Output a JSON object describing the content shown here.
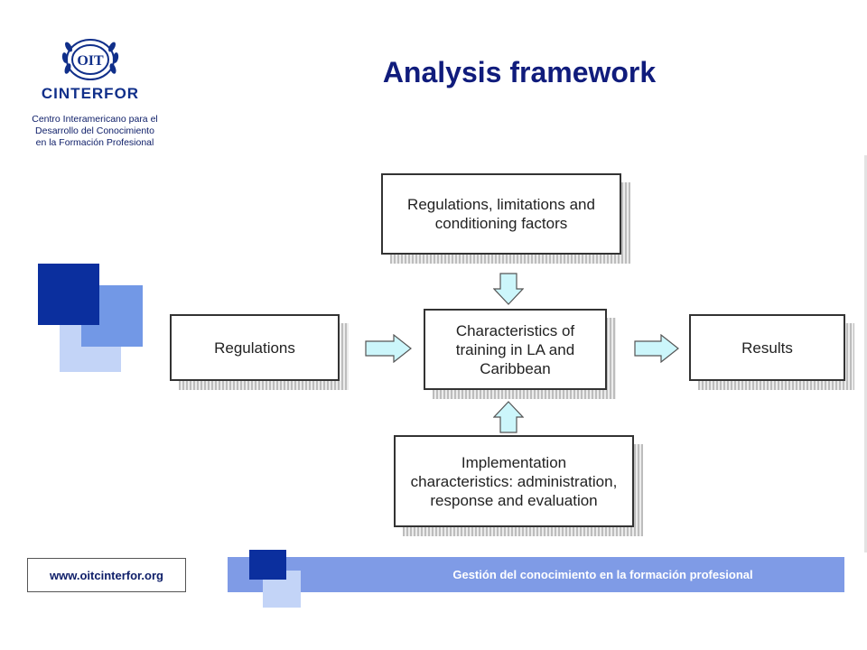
{
  "header": {
    "title": "Analysis framework",
    "logo": {
      "emblem_text": "OIT",
      "name": "CINTERFOR",
      "subtitle": "Centro Interamericano para el\nDesarrollo del Conocimiento\nen la Formación Profesional"
    }
  },
  "diagram": {
    "top_box": "Regulations, limitations and conditioning factors",
    "left_box": "Regulations",
    "center_box": "Characteristics of training in LA and Caribbean",
    "right_box": "Results",
    "bottom_box": "Implementation characteristics: administration, response and evaluation",
    "arrow_color": "#ccf6fb"
  },
  "footer": {
    "url": "www.oitcinterfor.org",
    "tagline": "Gestión del conocimiento en la formación profesional"
  },
  "colors": {
    "title": "#101c7c",
    "dark_blue": "#0b2f9e",
    "mid_blue": "#7298e6",
    "light_blue": "#c3d4f7",
    "footer_bar": "#7f9be6"
  }
}
